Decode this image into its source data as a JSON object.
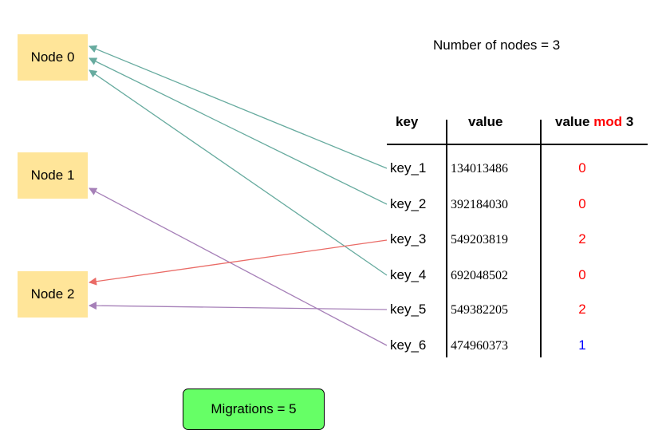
{
  "nodes": [
    {
      "label": "Node 0"
    },
    {
      "label": "Node 1"
    },
    {
      "label": "Node 2"
    }
  ],
  "summary": "Number of nodes = 3",
  "table": {
    "headers": {
      "key": "key",
      "value": "value",
      "mod_prefix": "value ",
      "mod_word": "mod",
      "mod_suffix": " 3"
    },
    "rows": [
      {
        "key": "key_1",
        "value": "134013486",
        "mod": "0",
        "target_node": 0
      },
      {
        "key": "key_2",
        "value": "392184030",
        "mod": "0",
        "target_node": 0
      },
      {
        "key": "key_3",
        "value": "549203819",
        "mod": "2",
        "target_node": 2
      },
      {
        "key": "key_4",
        "value": "692048502",
        "mod": "0",
        "target_node": 0
      },
      {
        "key": "key_5",
        "value": "549382205",
        "mod": "2",
        "target_node": 2
      },
      {
        "key": "key_6",
        "value": "474960373",
        "mod": "1",
        "target_node": 1
      }
    ]
  },
  "migrations_label": "Migrations = 5",
  "colors": {
    "node_fill": "#ffe599",
    "node0_arrow": "#67ab9f",
    "node1_arrow": "#a680b8",
    "node2_arrow_red": "#ea6b66",
    "node2_arrow_purple": "#a680b8",
    "mod_red": "#ff0000",
    "mod_blue": "#0000ff",
    "migrations_fill": "#66ff66"
  }
}
